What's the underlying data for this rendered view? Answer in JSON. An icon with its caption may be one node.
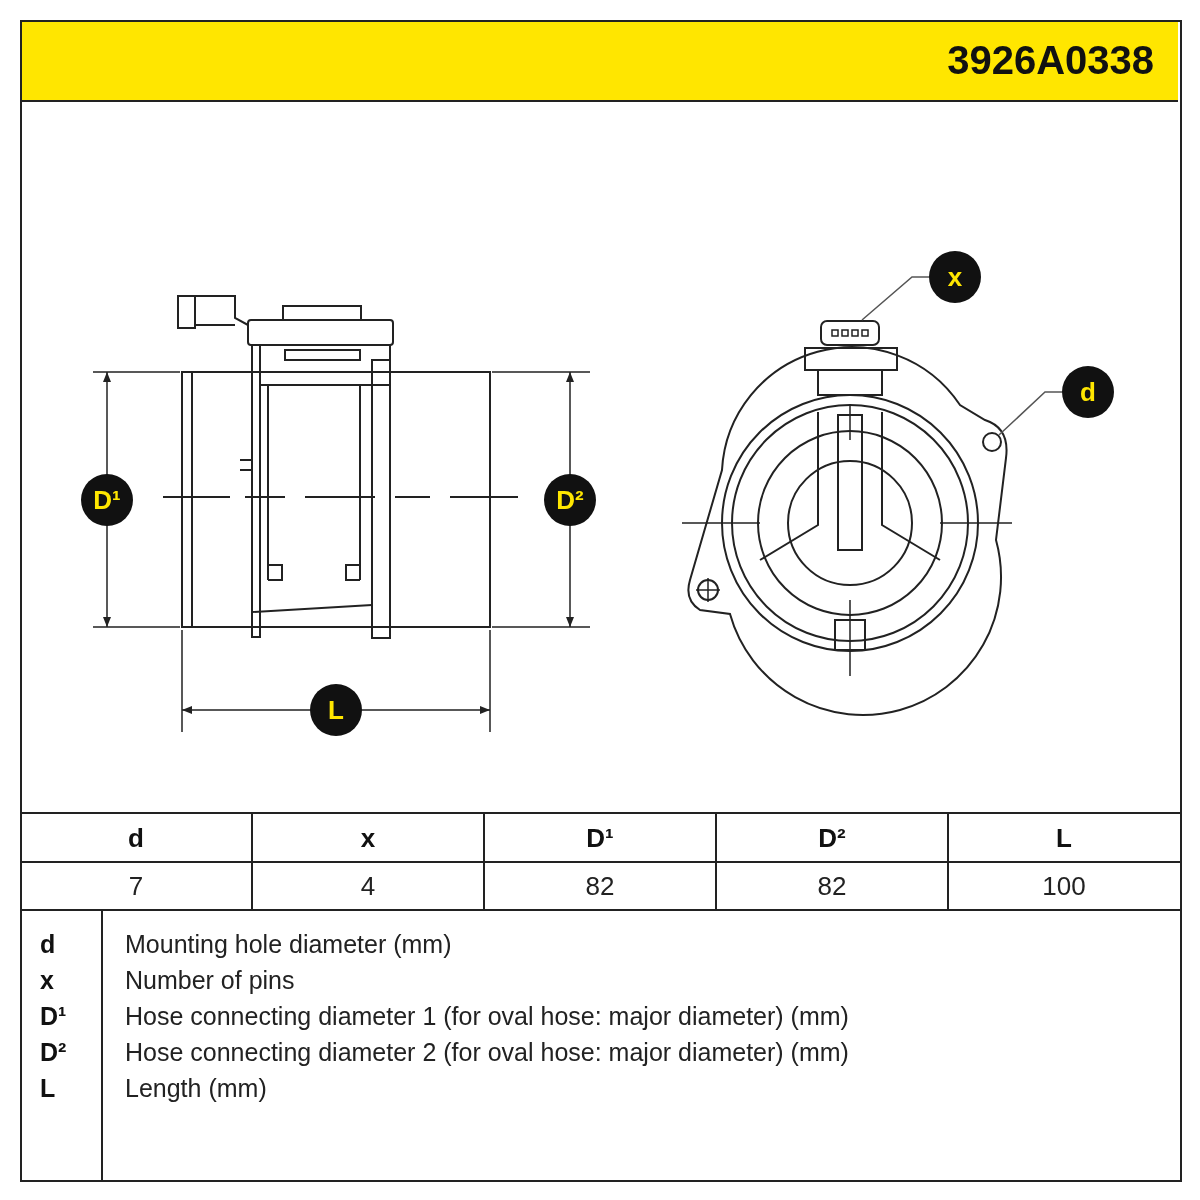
{
  "diagram": {
    "nodes": [
      {
        "text": [
          "x"
        ]
      },
      {
        "text": [],
        "shape": "picture"
      },
      {
        "text": [
          "d"
        ]
      },
      {
        "text": [],
        "shape": "circle"
      }
    ],
    "edges": [
      {
        "from": 0,
        "to": 1,
        "arrow": "none"
      },
      {
        "from": 2,
        "to": 3,
        "arrow": "none"
      }
    ],
    "labels": [
      "3926A0338",
      "D¹",
      "D²",
      "L",
      "d",
      "x",
      "D¹",
      "D²",
      "L",
      "7",
      "4",
      "82",
      "82",
      "100",
      "d",
      "Mounting hole diameter (mm)",
      "x",
      "Number of pins",
      "D¹",
      "Hose connecting diameter 1 (for oval hose: major diameter) (mm)",
      "D²",
      "Hose connecting diameter 2 (for oval hose: major diameter) (mm)",
      "L",
      "Length (mm)"
    ]
  }
}
